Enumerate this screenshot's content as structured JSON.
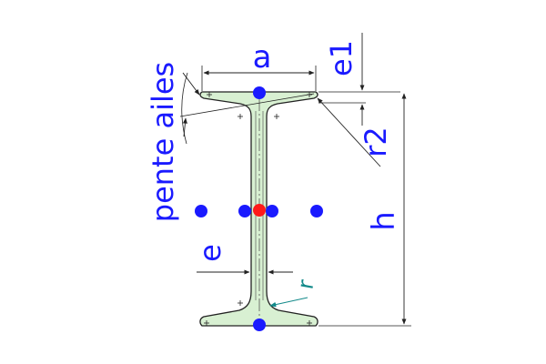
{
  "labels": {
    "a": "a",
    "e1": "e1",
    "r2": "r2",
    "h": "h",
    "e": "e",
    "r": "r",
    "pente_ailes": "pente ailes"
  },
  "colors": {
    "profile_fill": "#d8f0d2",
    "outline": "#222222",
    "dimension_text": "#1a1aff",
    "radius_arrow": "#138a8a",
    "point_blue": "#1a1aff",
    "point_center": "#ff1a1a"
  },
  "points": {
    "count_blue": 6,
    "count_center": 1
  }
}
